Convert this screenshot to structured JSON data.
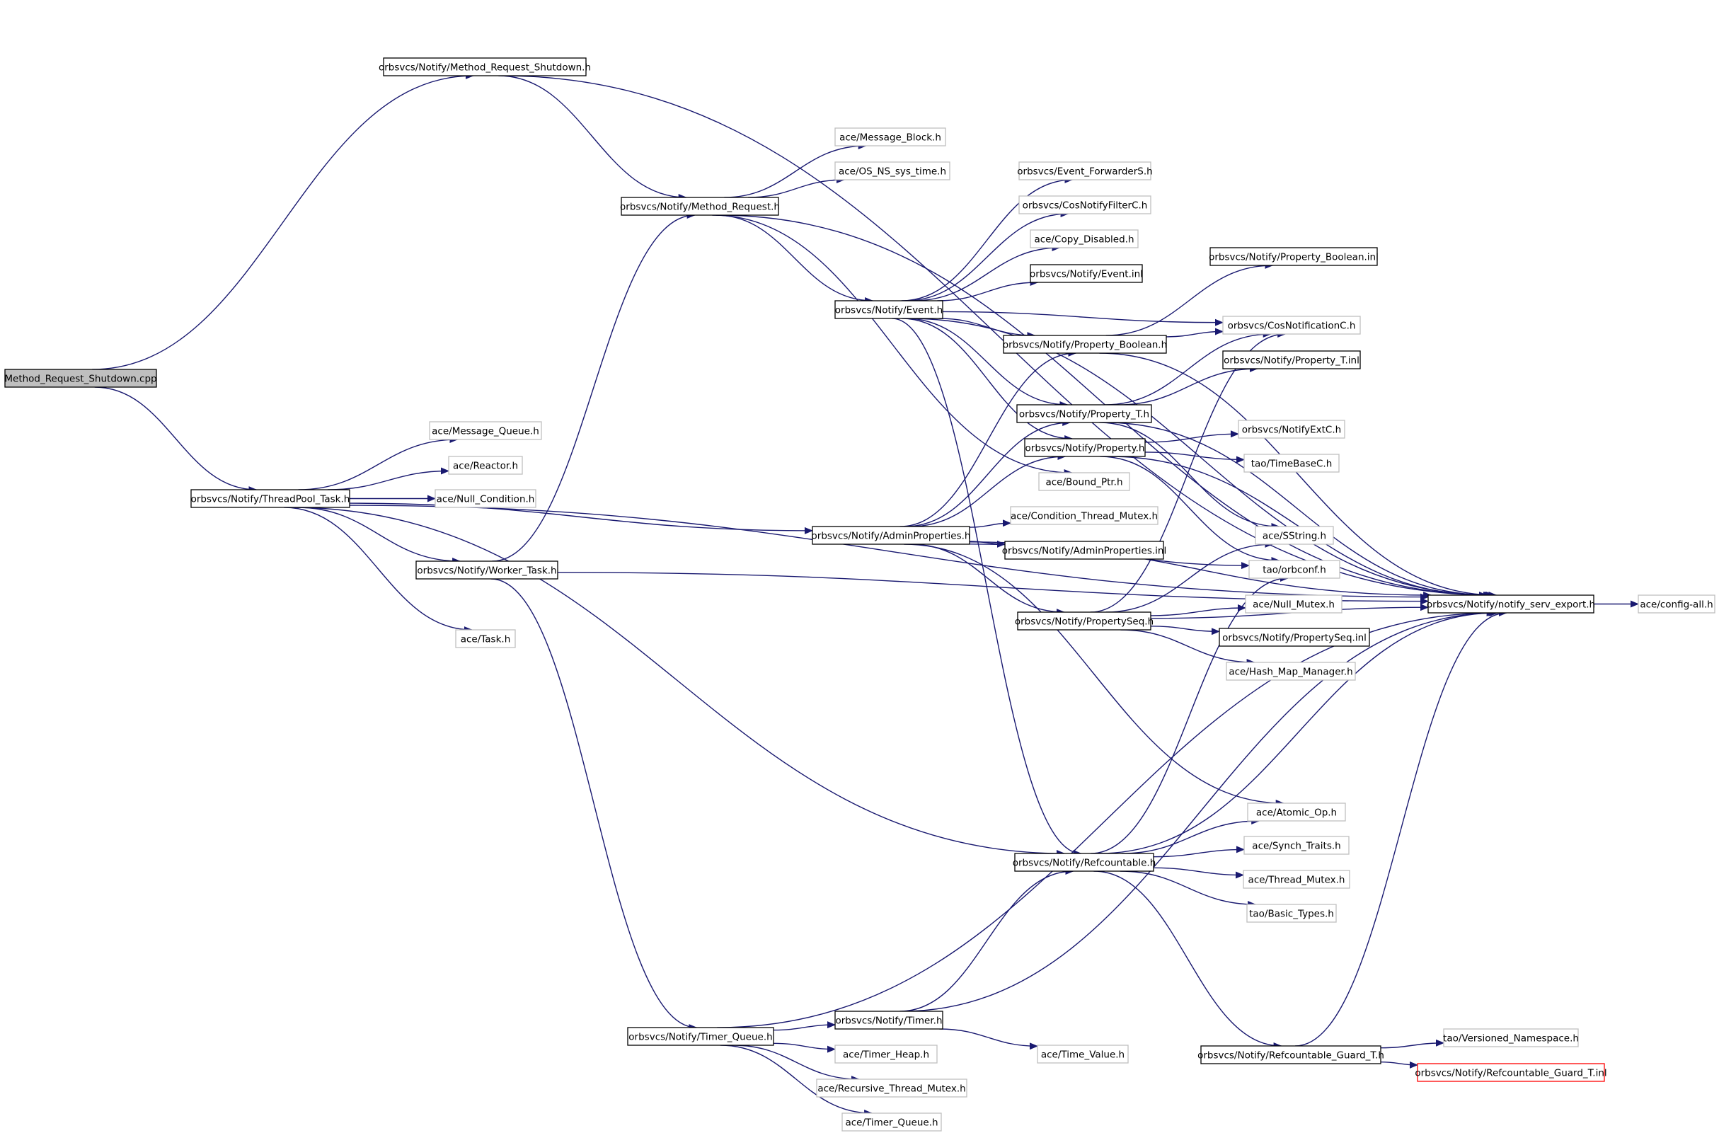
{
  "graph": {
    "colors": {
      "edge": "#191970",
      "root_fill": "#bfbfbf",
      "node_border": "#000000",
      "external_border": "#bfbfbf",
      "highlight_border": "#ff0000"
    },
    "nodes": [
      {
        "id": "root",
        "label": "Method_Request_Shutdown.cpp",
        "style": "root"
      },
      {
        "id": "mrs",
        "label": "orbsvcs/Notify/Method_Request_Shutdown.h",
        "style": "normal"
      },
      {
        "id": "mr",
        "label": "orbsvcs/Notify/Method_Request.h",
        "style": "normal"
      },
      {
        "id": "mb",
        "label": "ace/Message_Block.h",
        "style": "external"
      },
      {
        "id": "ostime",
        "label": "ace/OS_NS_sys_time.h",
        "style": "external"
      },
      {
        "id": "efs",
        "label": "orbsvcs/Event_ForwarderS.h",
        "style": "external"
      },
      {
        "id": "cnfc",
        "label": "orbsvcs/CosNotifyFilterC.h",
        "style": "external"
      },
      {
        "id": "cd",
        "label": "ace/Copy_Disabled.h",
        "style": "external"
      },
      {
        "id": "einl",
        "label": "orbsvcs/Notify/Event.inl",
        "style": "normal"
      },
      {
        "id": "event",
        "label": "orbsvcs/Notify/Event.h",
        "style": "normal"
      },
      {
        "id": "pbinl",
        "label": "orbsvcs/Notify/Property_Boolean.inl",
        "style": "normal"
      },
      {
        "id": "pb",
        "label": "orbsvcs/Notify/Property_Boolean.h",
        "style": "normal"
      },
      {
        "id": "cnc",
        "label": "orbsvcs/CosNotificationC.h",
        "style": "external"
      },
      {
        "id": "ptinl",
        "label": "orbsvcs/Notify/Property_T.inl",
        "style": "normal"
      },
      {
        "id": "pt",
        "label": "orbsvcs/Notify/Property_T.h",
        "style": "normal"
      },
      {
        "id": "nec",
        "label": "orbsvcs/NotifyExtC.h",
        "style": "external"
      },
      {
        "id": "prop",
        "label": "orbsvcs/Notify/Property.h",
        "style": "normal"
      },
      {
        "id": "tbc",
        "label": "tao/TimeBaseC.h",
        "style": "external"
      },
      {
        "id": "bp",
        "label": "ace/Bound_Ptr.h",
        "style": "external"
      },
      {
        "id": "mq",
        "label": "ace/Message_Queue.h",
        "style": "external"
      },
      {
        "id": "reactor",
        "label": "ace/Reactor.h",
        "style": "external"
      },
      {
        "id": "nullc",
        "label": "ace/Null_Condition.h",
        "style": "external"
      },
      {
        "id": "tpt",
        "label": "orbsvcs/Notify/ThreadPool_Task.h",
        "style": "normal"
      },
      {
        "id": "ctm",
        "label": "ace/Condition_Thread_Mutex.h",
        "style": "external"
      },
      {
        "id": "ap",
        "label": "orbsvcs/Notify/AdminProperties.h",
        "style": "normal"
      },
      {
        "id": "apinl",
        "label": "orbsvcs/Notify/AdminProperties.inl",
        "style": "normal"
      },
      {
        "id": "sstring",
        "label": "ace/SString.h",
        "style": "external"
      },
      {
        "id": "wt",
        "label": "orbsvcs/Notify/Worker_Task.h",
        "style": "normal"
      },
      {
        "id": "orbconf",
        "label": "tao/orbconf.h",
        "style": "external"
      },
      {
        "id": "nse",
        "label": "orbsvcs/Notify/notify_serv_export.h",
        "style": "normal"
      },
      {
        "id": "configall",
        "label": "ace/config-all.h",
        "style": "external"
      },
      {
        "id": "nullm",
        "label": "ace/Null_Mutex.h",
        "style": "external"
      },
      {
        "id": "ps",
        "label": "orbsvcs/Notify/PropertySeq.h",
        "style": "normal"
      },
      {
        "id": "psinl",
        "label": "orbsvcs/Notify/PropertySeq.inl",
        "style": "normal"
      },
      {
        "id": "task",
        "label": "ace/Task.h",
        "style": "external"
      },
      {
        "id": "hmm",
        "label": "ace/Hash_Map_Manager.h",
        "style": "external"
      },
      {
        "id": "atomic",
        "label": "ace/Atomic_Op.h",
        "style": "external"
      },
      {
        "id": "ref",
        "label": "orbsvcs/Notify/Refcountable.h",
        "style": "normal"
      },
      {
        "id": "synch",
        "label": "ace/Synch_Traits.h",
        "style": "external"
      },
      {
        "id": "tmutex",
        "label": "ace/Thread_Mutex.h",
        "style": "external"
      },
      {
        "id": "bt",
        "label": "tao/Basic_Types.h",
        "style": "external"
      },
      {
        "id": "timer",
        "label": "orbsvcs/Notify/Timer.h",
        "style": "normal"
      },
      {
        "id": "tvn",
        "label": "tao/Versioned_Namespace.h",
        "style": "external"
      },
      {
        "id": "tq",
        "label": "orbsvcs/Notify/Timer_Queue.h",
        "style": "normal"
      },
      {
        "id": "rgt",
        "label": "orbsvcs/Notify/Refcountable_Guard_T.h",
        "style": "normal"
      },
      {
        "id": "theap",
        "label": "ace/Timer_Heap.h",
        "style": "external"
      },
      {
        "id": "tv",
        "label": "ace/Time_Value.h",
        "style": "external"
      },
      {
        "id": "rgtinl",
        "label": "orbsvcs/Notify/Refcountable_Guard_T.inl",
        "style": "highlight"
      },
      {
        "id": "rtm",
        "label": "ace/Recursive_Thread_Mutex.h",
        "style": "external"
      },
      {
        "id": "tqueue",
        "label": "ace/Timer_Queue.h",
        "style": "external"
      }
    ],
    "edges": [
      [
        "root",
        "mrs"
      ],
      [
        "root",
        "tpt"
      ],
      [
        "mrs",
        "mr"
      ],
      [
        "mrs",
        "nse"
      ],
      [
        "mr",
        "mb"
      ],
      [
        "mr",
        "ostime"
      ],
      [
        "mr",
        "event"
      ],
      [
        "mr",
        "bp"
      ],
      [
        "mr",
        "nse"
      ],
      [
        "event",
        "efs"
      ],
      [
        "event",
        "cnfc"
      ],
      [
        "event",
        "cd"
      ],
      [
        "event",
        "einl"
      ],
      [
        "event",
        "pb"
      ],
      [
        "event",
        "pt"
      ],
      [
        "event",
        "prop"
      ],
      [
        "event",
        "cnc"
      ],
      [
        "event",
        "ref"
      ],
      [
        "event",
        "nse"
      ],
      [
        "pb",
        "pbinl"
      ],
      [
        "pb",
        "cnc"
      ],
      [
        "pb",
        "nse"
      ],
      [
        "pt",
        "ptinl"
      ],
      [
        "pt",
        "cnc"
      ],
      [
        "pt",
        "sstring"
      ],
      [
        "pt",
        "nse"
      ],
      [
        "prop",
        "nec"
      ],
      [
        "prop",
        "tbc"
      ],
      [
        "prop",
        "orbconf"
      ],
      [
        "prop",
        "nse"
      ],
      [
        "tpt",
        "mq"
      ],
      [
        "tpt",
        "reactor"
      ],
      [
        "tpt",
        "nullc"
      ],
      [
        "tpt",
        "ap"
      ],
      [
        "tpt",
        "wt"
      ],
      [
        "tpt",
        "task"
      ],
      [
        "tpt",
        "ref"
      ],
      [
        "tpt",
        "nse"
      ],
      [
        "wt",
        "mr"
      ],
      [
        "wt",
        "tq"
      ],
      [
        "wt",
        "nse"
      ],
      [
        "ap",
        "pb"
      ],
      [
        "ap",
        "pt"
      ],
      [
        "ap",
        "prop"
      ],
      [
        "ap",
        "ctm"
      ],
      [
        "ap",
        "apinl"
      ],
      [
        "ap",
        "orbconf"
      ],
      [
        "ap",
        "ps"
      ],
      [
        "ap",
        "atomic"
      ],
      [
        "ap",
        "nse"
      ],
      [
        "ps",
        "sstring"
      ],
      [
        "ps",
        "nullm"
      ],
      [
        "ps",
        "psinl"
      ],
      [
        "ps",
        "hmm"
      ],
      [
        "ps",
        "cnc"
      ],
      [
        "ps",
        "nse"
      ],
      [
        "ref",
        "atomic"
      ],
      [
        "ref",
        "synch"
      ],
      [
        "ref",
        "tmutex"
      ],
      [
        "ref",
        "bt"
      ],
      [
        "ref",
        "orbconf"
      ],
      [
        "ref",
        "rgt"
      ],
      [
        "ref",
        "nse"
      ],
      [
        "tq",
        "timer"
      ],
      [
        "tq",
        "theap"
      ],
      [
        "tq",
        "rtm"
      ],
      [
        "tq",
        "tqueue"
      ],
      [
        "tq",
        "nse"
      ],
      [
        "timer",
        "ref"
      ],
      [
        "timer",
        "tv"
      ],
      [
        "timer",
        "nse"
      ],
      [
        "rgt",
        "tvn"
      ],
      [
        "rgt",
        "rgtinl"
      ],
      [
        "rgt",
        "nse"
      ],
      [
        "nse",
        "configall"
      ]
    ]
  }
}
